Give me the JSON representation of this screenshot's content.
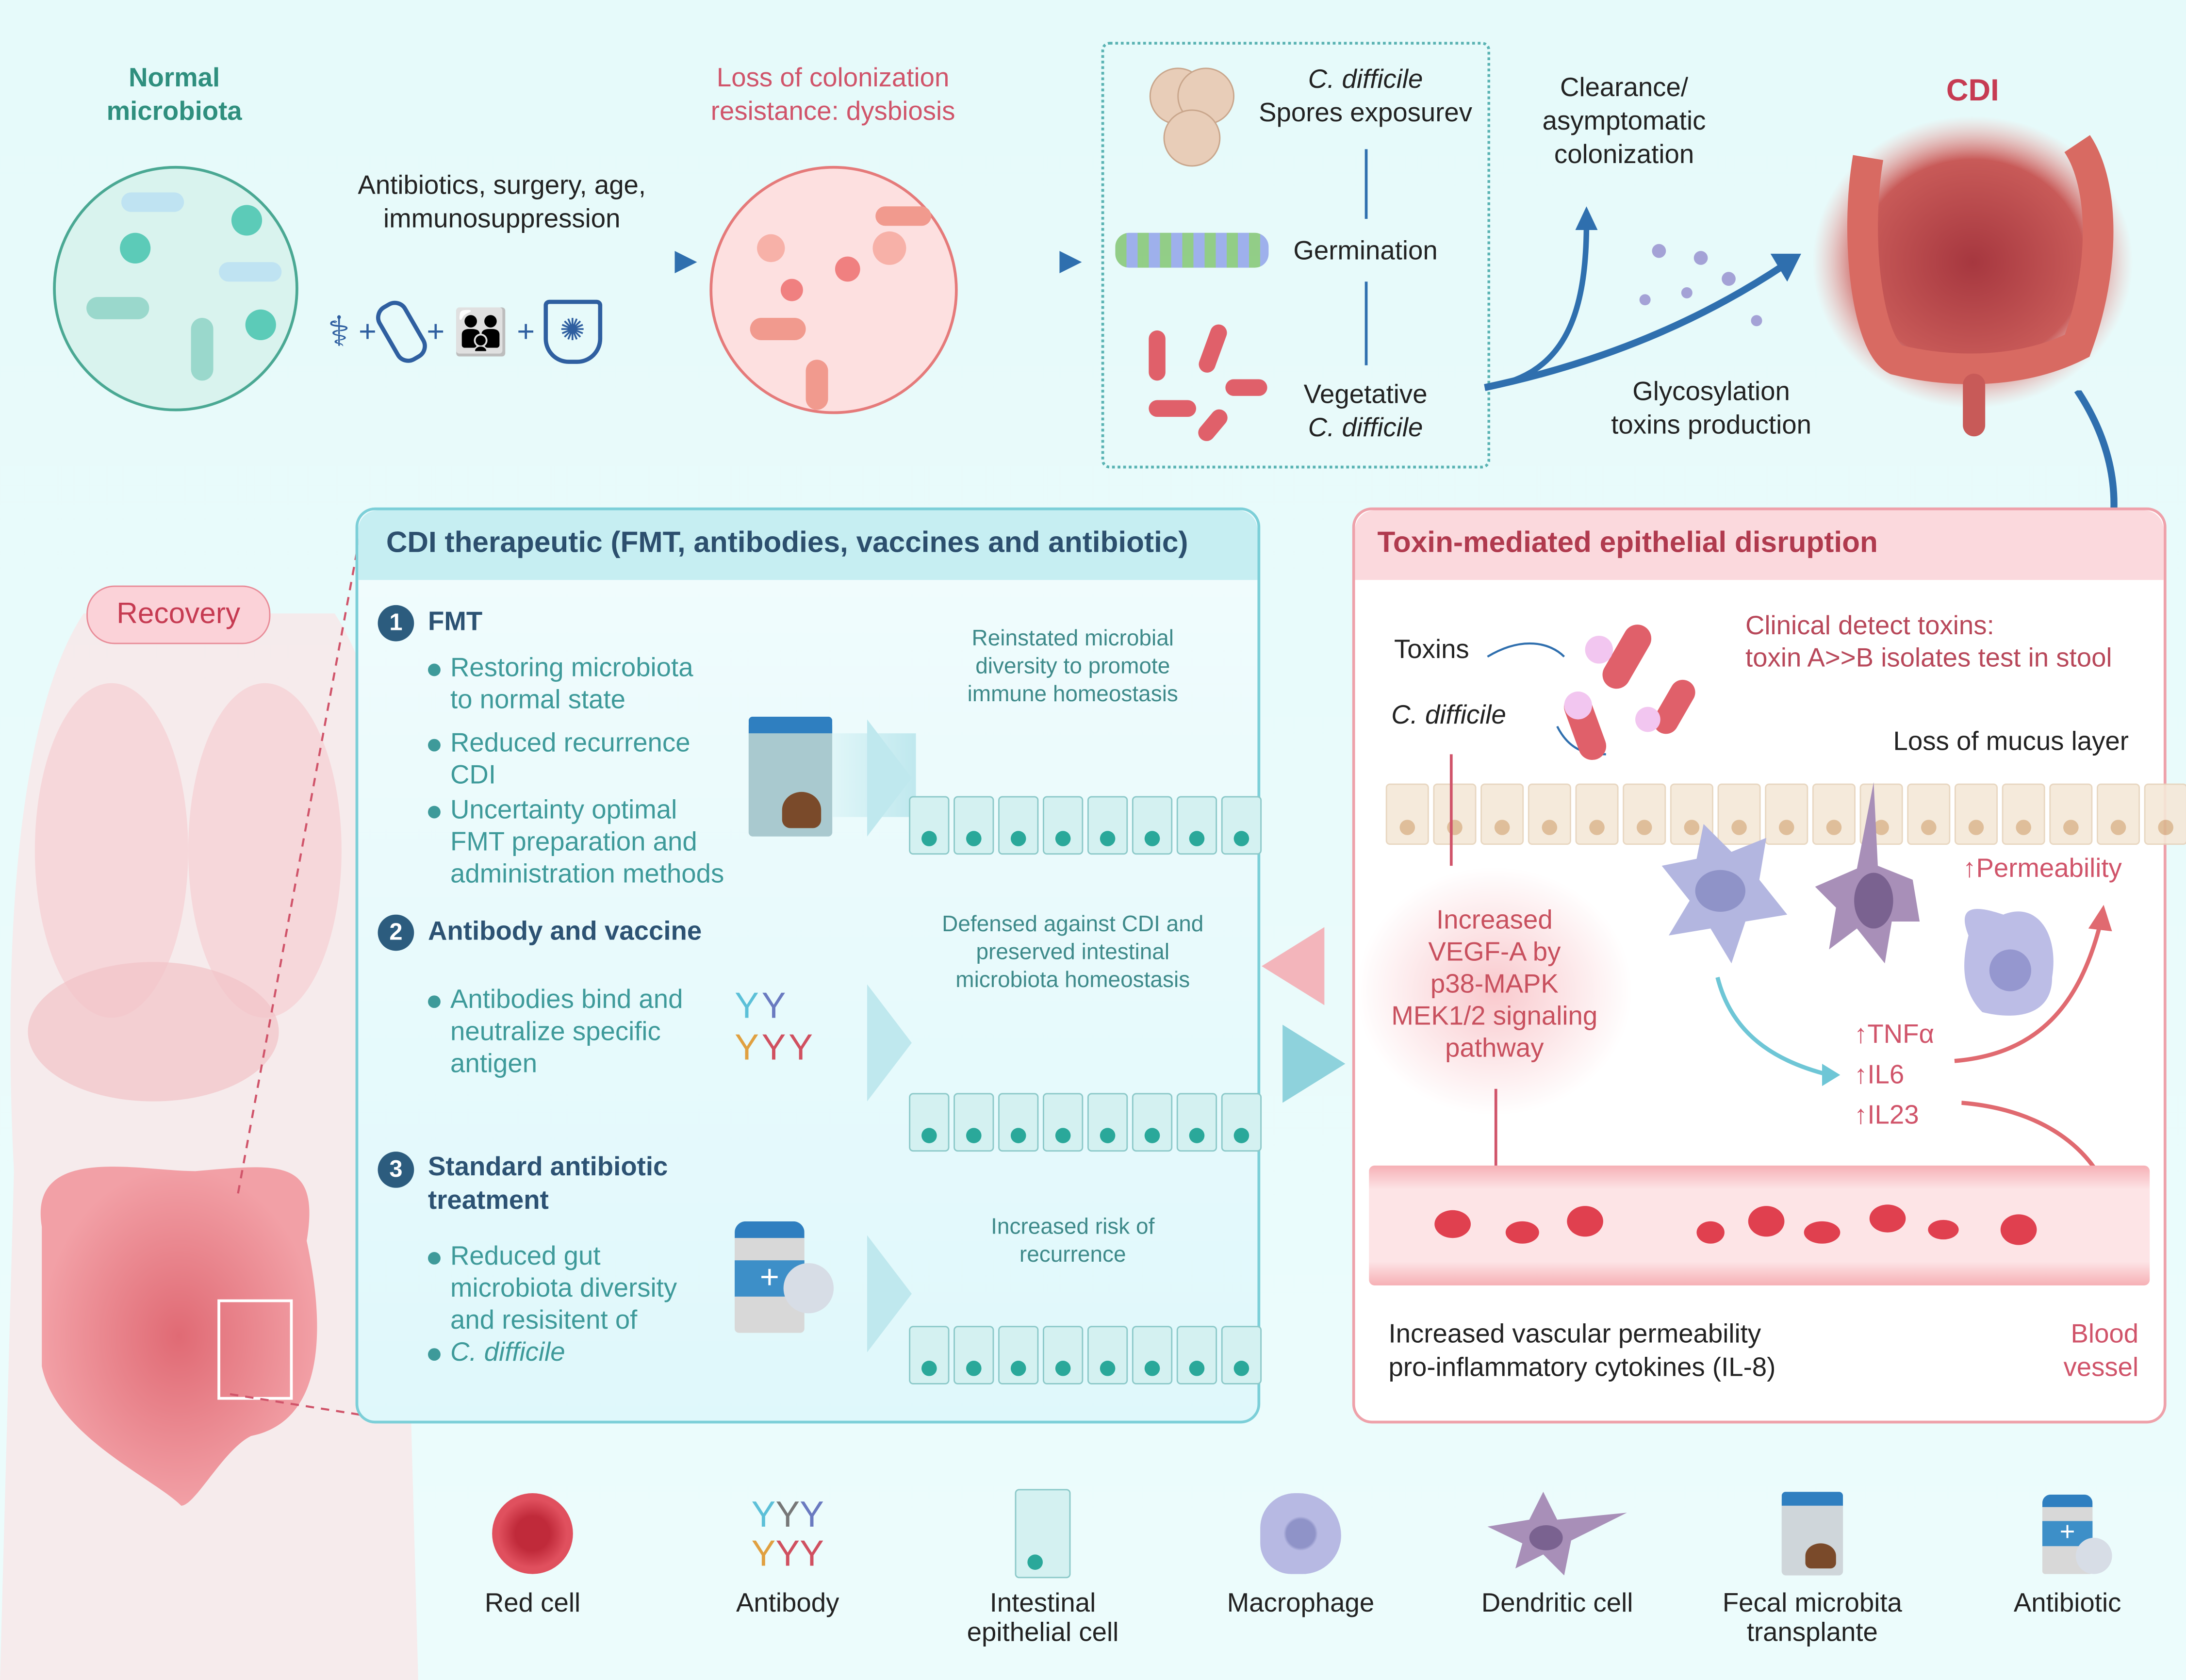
{
  "top": {
    "normal_microbiota": "Normal\nmicrobiota",
    "dysbiosis": "Loss of colonization\nresistance: dysbiosis",
    "causes": "Antibiotics, surgery, age,\nimmunosuppression",
    "plus": "+",
    "spores_italic": "C. difficile",
    "spores": "Spores exposurev",
    "germination": "Germination",
    "vegetative": "Vegetative",
    "vegetative_italic": "C. difficile",
    "clearance": "Clearance/\nasymptomatic\ncolonization",
    "glycosylation": "Glycosylation\ntoxins production",
    "cdi": "CDI"
  },
  "recovery": "Recovery",
  "therapeutic": {
    "title": "CDI therapeutic (FMT, antibodies, vaccines and antibiotic)",
    "sections": [
      {
        "num": "1",
        "title": "FMT",
        "bullets": [
          "Restoring microbiota\nto normal state",
          "Reduced recurrence\nCDI",
          "Uncertainty optimal\nFMT preparation and\nadministration methods"
        ],
        "outcome": "Reinstated microbial\ndiversity to promote\nimmune homeostasis"
      },
      {
        "num": "2",
        "title": "Antibody and vaccine",
        "bullets": [
          "Antibodies bind and\nneutralize specific\nantigen"
        ],
        "outcome": "Defensed against CDI and\npreserved intestinal\nmicrobiota homeostasis"
      },
      {
        "num": "3",
        "title": "Standard antibiotic\ntreatment",
        "bullets": [
          "Reduced gut\nmicrobiota diversity\nand resisitent of"
        ],
        "bullet_italic": "C. difficile",
        "outcome": "Increased risk of\nrecurrence"
      }
    ]
  },
  "toxin": {
    "title": "Toxin-mediated epithelial disruption",
    "toxins": "Toxins",
    "cdifficile": "C. difficile",
    "clinical": "Clinical detect toxins:\ntoxin A>>B isolates test in stool",
    "mucus": "Loss of mucus layer",
    "permeability": "↑Permeability",
    "vegf": "Increased\nVEGF-A by\np38-MAPK\nMEK1/2 signaling\npathway",
    "cytokines": [
      "↑TNFα",
      "↑IL6",
      "↑IL23"
    ],
    "vascular": "Increased vascular permeability\npro-inflammatory cytokines (IL-8)",
    "blood_vessel": "Blood\nvessel"
  },
  "legend": [
    "Red cell",
    "Antibody",
    "Intestinal\nepithelial cell",
    "Macrophage",
    "Dendritic cell",
    "Fecal microbita\ntransplante",
    "Antibiotic"
  ],
  "colors": {
    "accent_blue": "#2f6fae",
    "teal": "#3e9a9a",
    "red": "#d0546a",
    "therapeutic_header": "#c6eef2",
    "toxin_header": "#fbd9dd"
  }
}
